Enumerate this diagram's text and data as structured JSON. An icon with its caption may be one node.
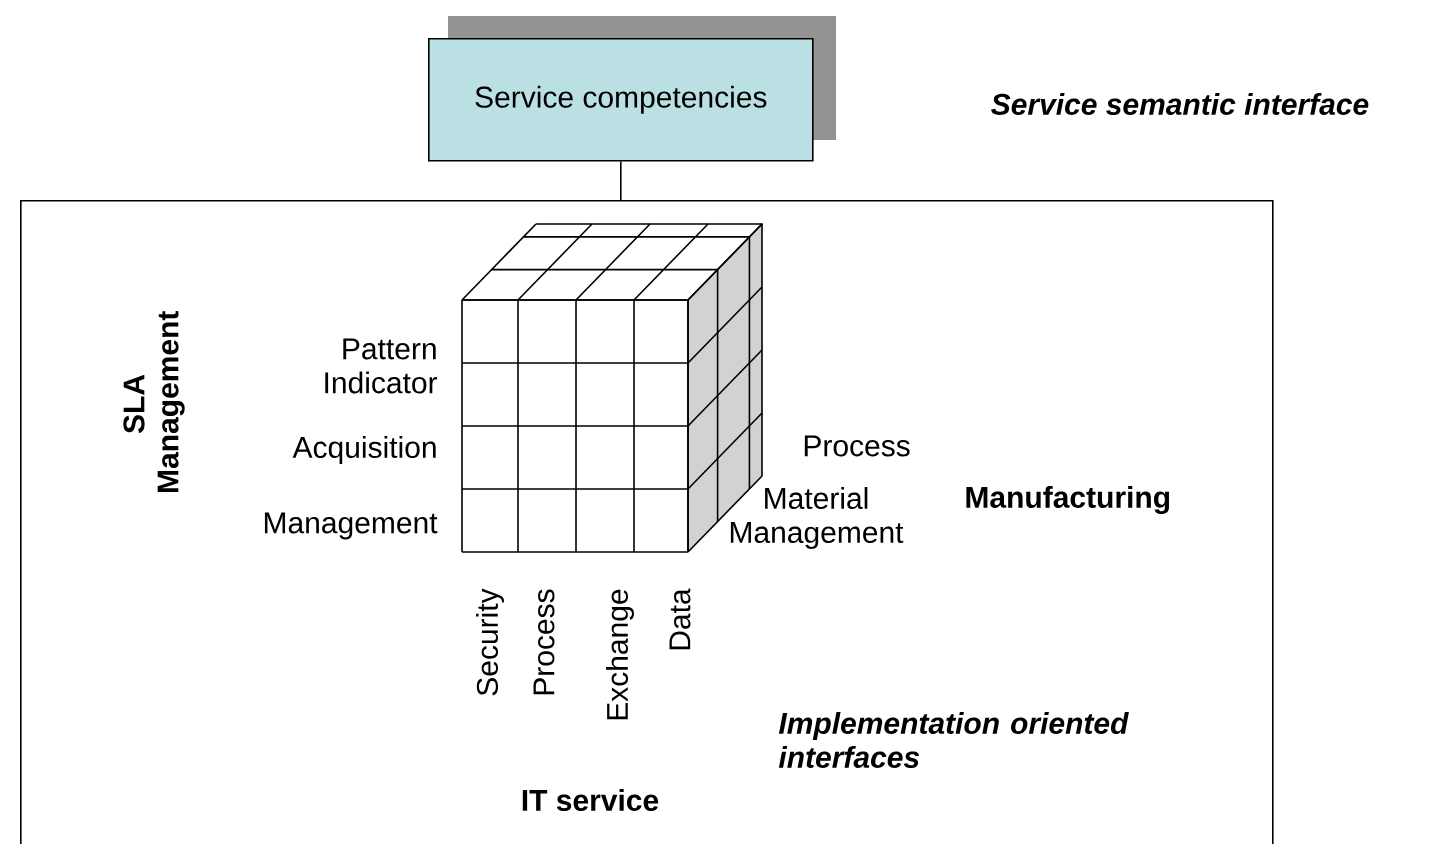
{
  "diagram": {
    "nodes": [
      {
        "text": [
          "Service competencies"
        ]
      },
      {
        "text": [],
        "shape": "box"
      }
    ],
    "edges": [
      {
        "from": 0,
        "to": 1,
        "arrow": "none"
      }
    ],
    "labels": [
      "Service semantic interface",
      "SLA Management",
      "Pattern Indicator",
      "Acquisition",
      "Management",
      "Process",
      "Material Management",
      "Manufacturing",
      "Security",
      "Process",
      "Exchange",
      "Data",
      "Implementation oriented interfaces",
      "IT service"
    ]
  }
}
